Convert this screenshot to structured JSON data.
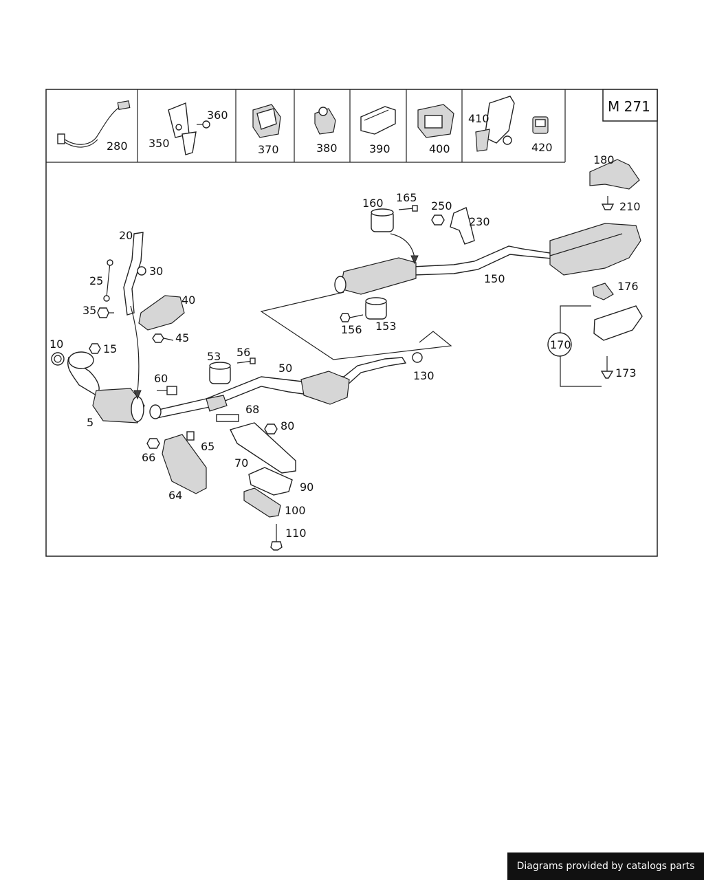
{
  "engine_code": "M 271",
  "footer_text": "Diagrams provided by catalogs parts",
  "top_labels": {
    "p280": "280",
    "p350": "350",
    "p360": "360",
    "p370": "370",
    "p380": "380",
    "p390": "390",
    "p400": "400",
    "p410": "410",
    "p420": "420"
  },
  "labels": {
    "p5": "5",
    "p10": "10",
    "p15": "15",
    "p20": "20",
    "p25": "25",
    "p30": "30",
    "p35": "35",
    "p40": "40",
    "p45": "45",
    "p50": "50",
    "p53": "53",
    "p56": "56",
    "p60": "60",
    "p64": "64",
    "p65": "65",
    "p66": "66",
    "p68": "68",
    "p70": "70",
    "p80": "80",
    "p90": "90",
    "p100": "100",
    "p110": "110",
    "p130": "130",
    "p150": "150",
    "p153": "153",
    "p156": "156",
    "p160": "160",
    "p165": "165",
    "p170": "170",
    "p173": "173",
    "p176": "176",
    "p180": "180",
    "p210": "210",
    "p230": "230",
    "p250": "250"
  }
}
